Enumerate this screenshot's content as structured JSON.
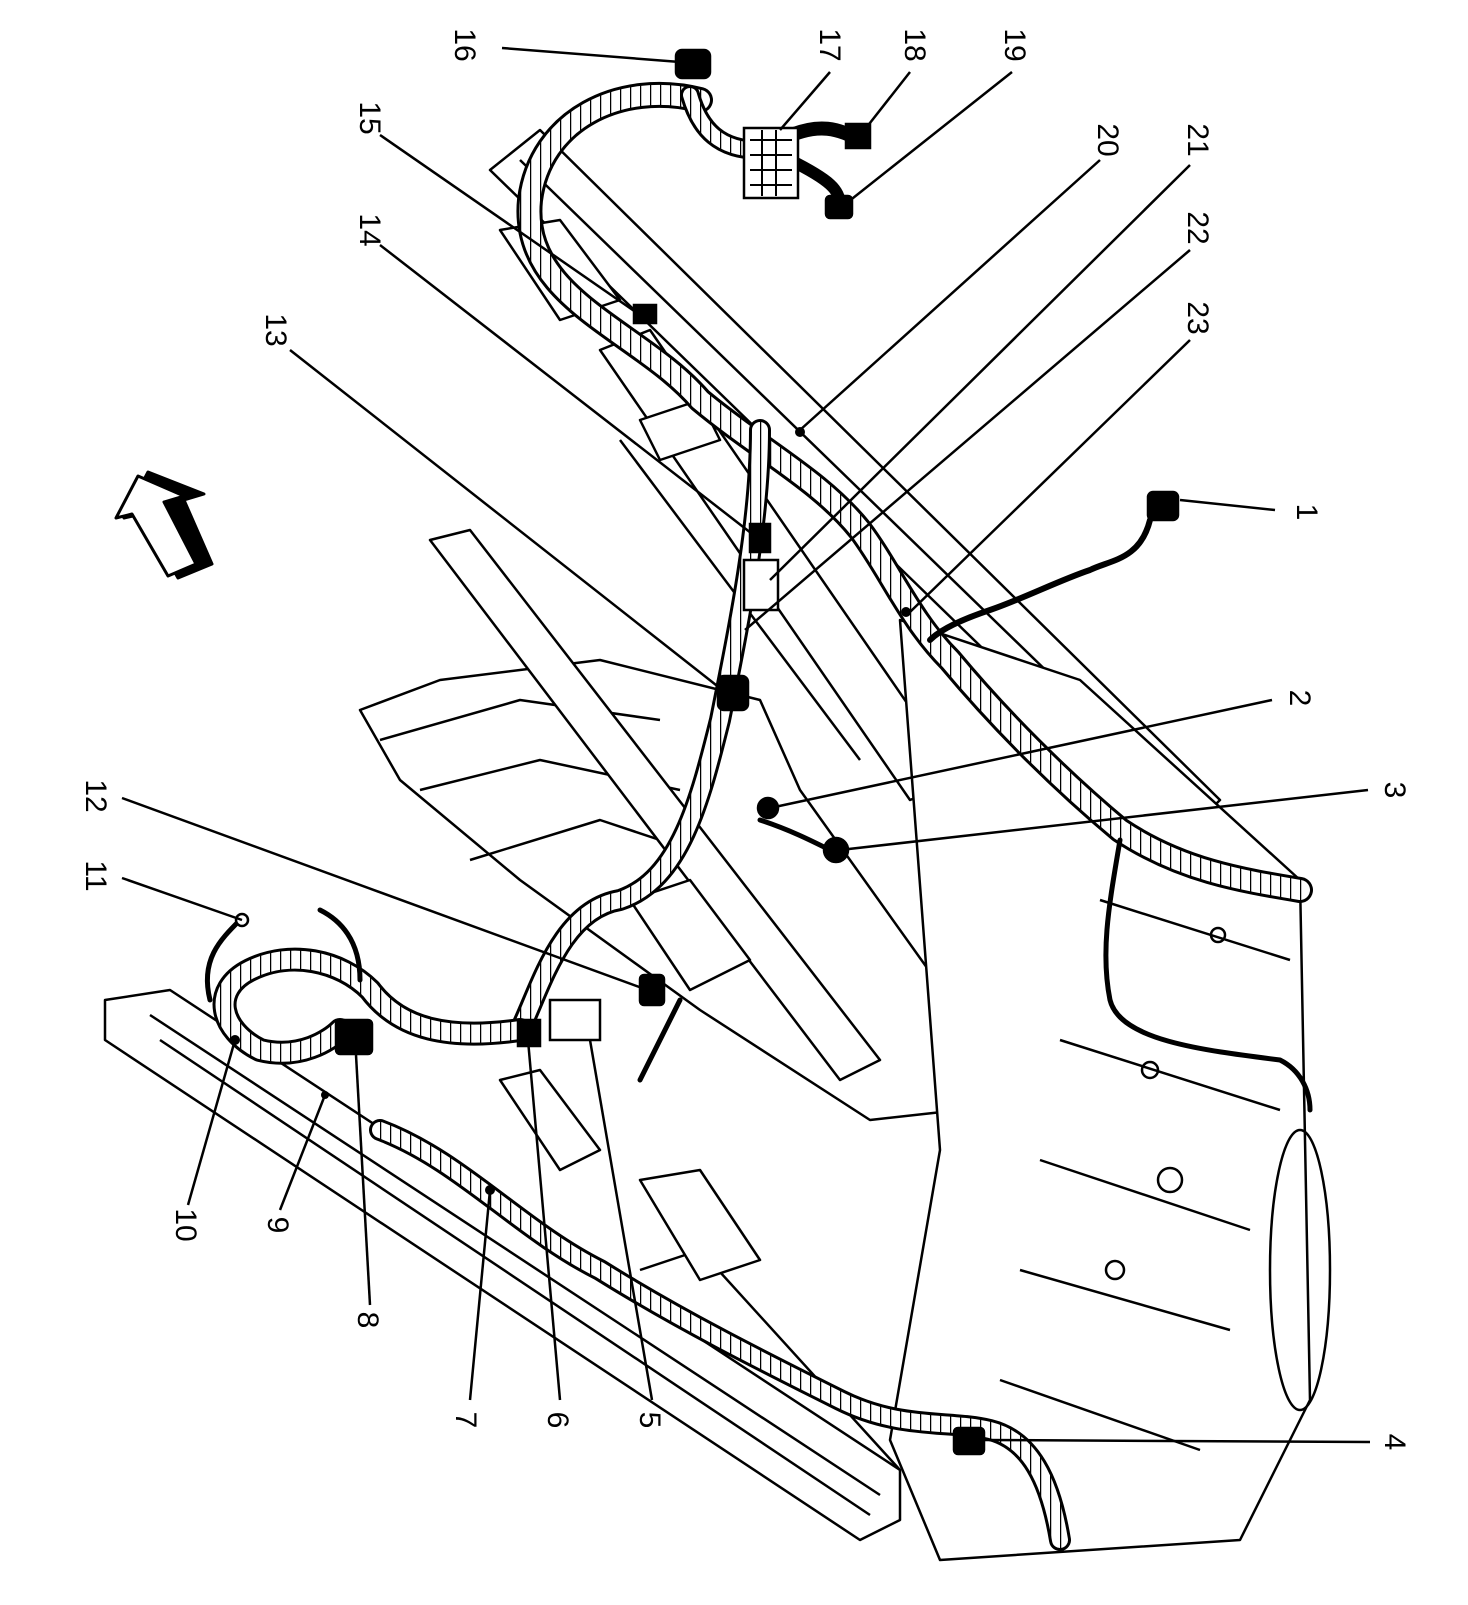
{
  "diagram": {
    "callouts": [
      {
        "id": "c1",
        "label": "1"
      },
      {
        "id": "c2",
        "label": "2"
      },
      {
        "id": "c3",
        "label": "3"
      },
      {
        "id": "c4",
        "label": "4"
      },
      {
        "id": "c5",
        "label": "5"
      },
      {
        "id": "c6",
        "label": "6"
      },
      {
        "id": "c7",
        "label": "7"
      },
      {
        "id": "c8",
        "label": "8"
      },
      {
        "id": "c9",
        "label": "9"
      },
      {
        "id": "c10",
        "label": "10"
      },
      {
        "id": "c11",
        "label": "11"
      },
      {
        "id": "c12",
        "label": "12"
      },
      {
        "id": "c13",
        "label": "13"
      },
      {
        "id": "c14",
        "label": "14"
      },
      {
        "id": "c15",
        "label": "15"
      },
      {
        "id": "c16",
        "label": "16"
      },
      {
        "id": "c17",
        "label": "17"
      },
      {
        "id": "c18",
        "label": "18"
      },
      {
        "id": "c19",
        "label": "19"
      },
      {
        "id": "c20",
        "label": "20"
      },
      {
        "id": "c21",
        "label": "21"
      },
      {
        "id": "c22",
        "label": "22"
      },
      {
        "id": "c23",
        "label": "23"
      }
    ],
    "direction_arrow_icon": "front-direction-arrow-icon"
  }
}
